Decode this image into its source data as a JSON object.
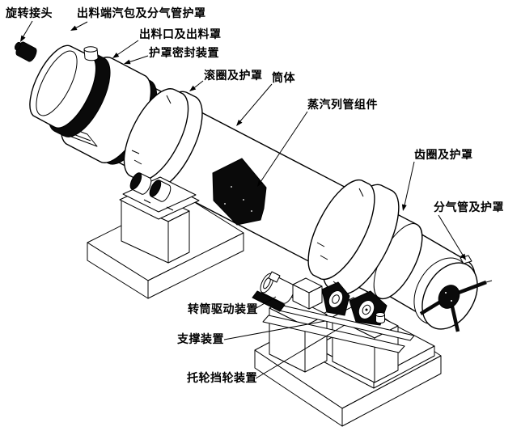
{
  "diagram": {
    "kind": "isometric-engineering-line-drawing",
    "colors": {
      "line": "#000000",
      "fill": "#ffffff",
      "solid_fill": "#0a0a0a",
      "background": "#ffffff"
    }
  },
  "labels": [
    {
      "id": "rotary-joint",
      "text": "旋转接头"
    },
    {
      "id": "discharge-end-steam-drum-guard",
      "text": "出料端汽包及分气管护罩"
    },
    {
      "id": "discharge-port-and-hood",
      "text": "出料口及出料罩"
    },
    {
      "id": "guard-seal-device",
      "text": "护罩密封装置"
    },
    {
      "id": "rolling-ring-and-guard",
      "text": "滚圈及护罩"
    },
    {
      "id": "cylinder-body",
      "text": "筒体"
    },
    {
      "id": "steam-tube-assembly",
      "text": "蒸汽列管组件"
    },
    {
      "id": "gear-ring-and-guard",
      "text": "齿圈及护罩"
    },
    {
      "id": "gas-pipe-and-guard",
      "text": "分气管及护罩"
    },
    {
      "id": "drum-drive-device",
      "text": "转筒驱动装置"
    },
    {
      "id": "support-device",
      "text": "支撑装置"
    },
    {
      "id": "thrust-roller-device",
      "text": "托轮挡轮装置"
    }
  ]
}
